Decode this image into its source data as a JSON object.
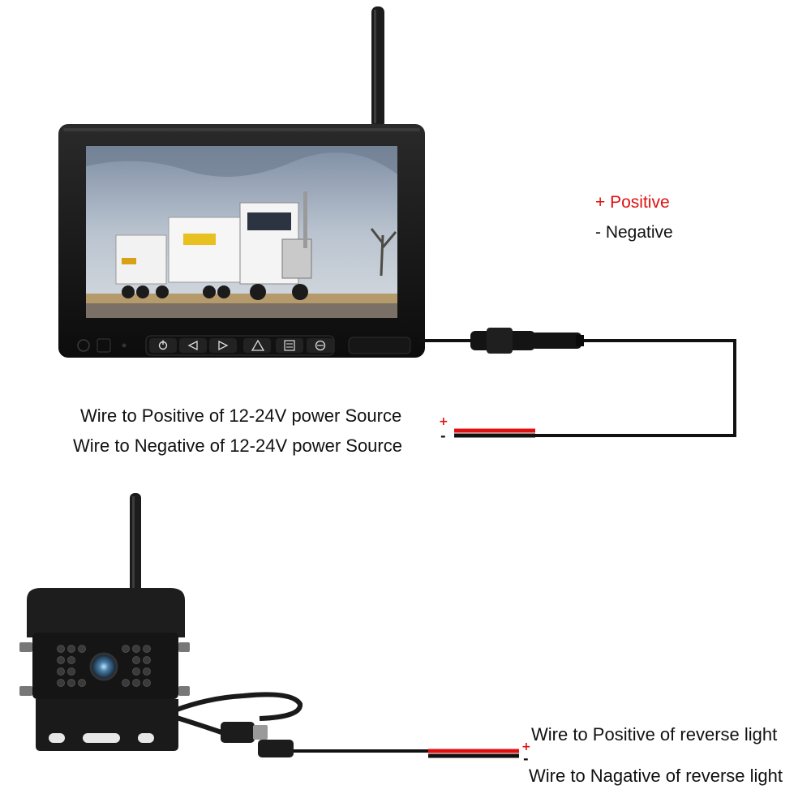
{
  "legend": {
    "positive": "+ Positive",
    "negative": "- Negative"
  },
  "monitor": {
    "wire_positive_label": "Wire to Positive of 12-24V power Source",
    "wire_negative_label": "Wire to Negative of 12-24V power Source",
    "buttons": [
      {
        "icon": "power-icon"
      },
      {
        "icon": "left-arrow-icon"
      },
      {
        "icon": "right-arrow-icon"
      },
      {
        "icon": "mode-icon"
      },
      {
        "icon": "menu-icon"
      },
      {
        "icon": "camera-switch-icon"
      }
    ]
  },
  "camera": {
    "wire_positive_label": "Wire to Positive of reverse light",
    "wire_negative_label": "Wire to Nagative of reverse light"
  },
  "signs": {
    "plus": "+",
    "minus": "-"
  },
  "colors": {
    "positive": "#e01010",
    "negative": "#111111",
    "device_body": "#1a1a1a"
  }
}
